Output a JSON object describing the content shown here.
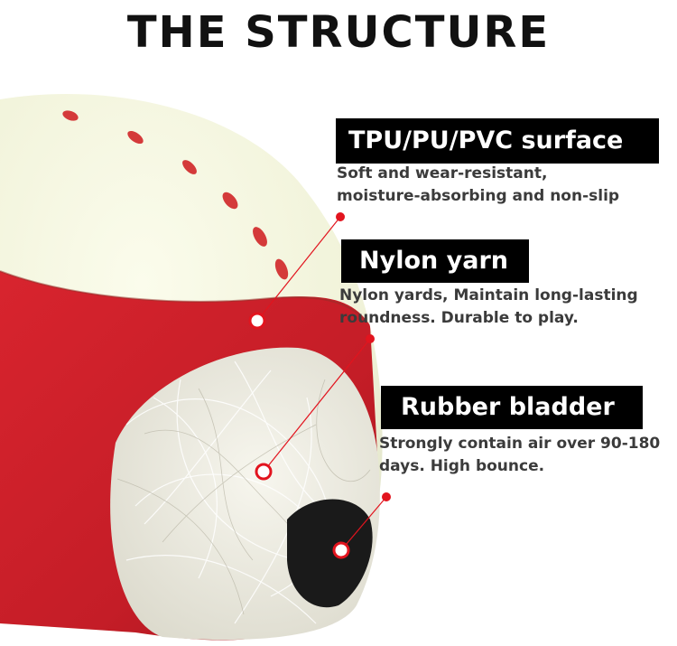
{
  "title": "THE STRUCTURE",
  "colors": {
    "accent": "#e2141e",
    "label_bg": "#000000",
    "label_text": "#ffffff",
    "desc_text": "#3b3b3b",
    "ball_red": "#c8202a",
    "ball_cream": "#f2f4dc",
    "yarn": "#efeee4",
    "bladder": "#1a1a1a"
  },
  "layers": [
    {
      "label": "TPU/PU/PVC surface",
      "desc_lines": [
        "Soft and wear-resistant,",
        "moisture-absorbing and non-slip"
      ]
    },
    {
      "label": "Nylon yarn",
      "desc_lines": [
        "Nylon yards, Maintain long-lasting",
        "roundness. Durable to play."
      ]
    },
    {
      "label": "Rubber bladder",
      "desc_lines": [
        "Strongly contain air over 90-180",
        "days. High bounce."
      ]
    }
  ]
}
